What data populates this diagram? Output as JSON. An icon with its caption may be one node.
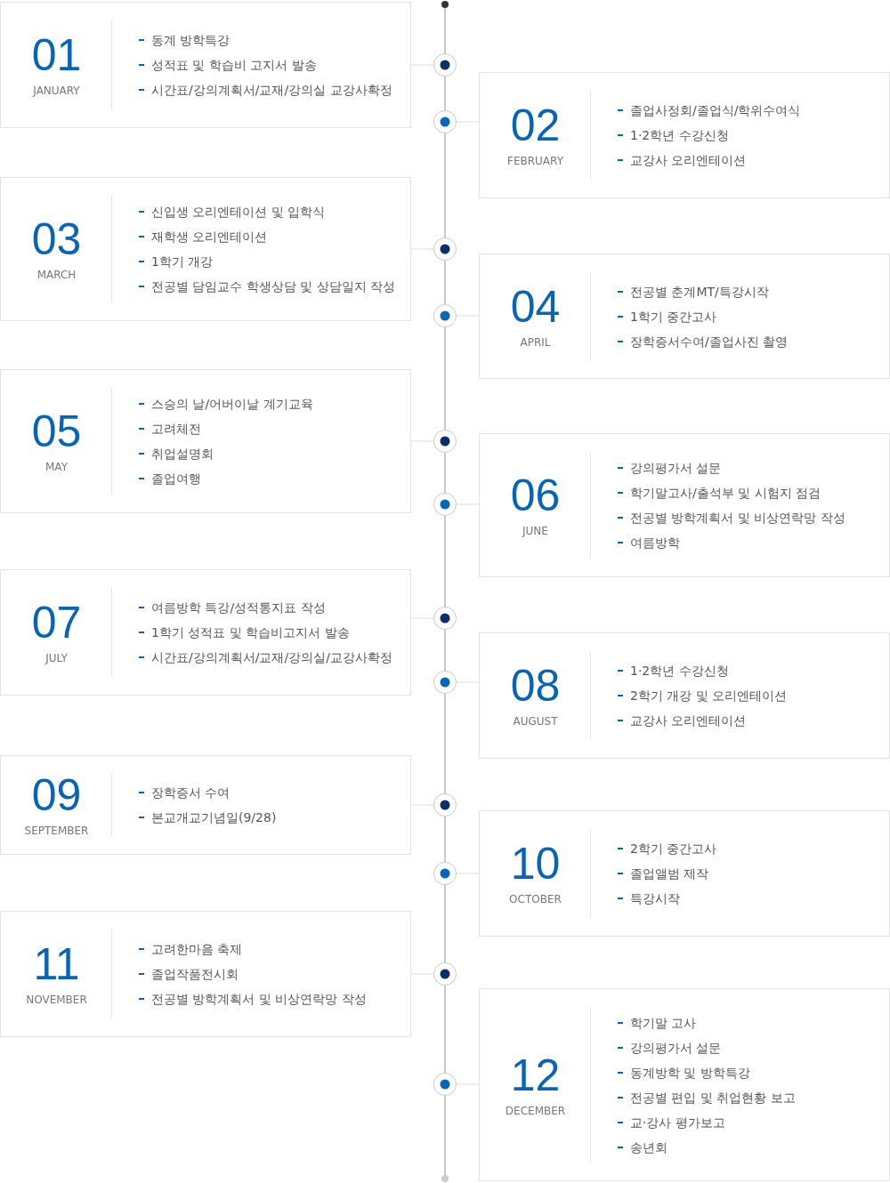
{
  "diagram": {
    "nodes": [
      {
        "text": [
          "01",
          "JANUARY",
          "동계 방학특강",
          "성적표 및 학습비 고지서 발송",
          "시간표/강의계획서/교재/강의실 교강사확정"
        ]
      },
      {
        "text": [
          "02",
          "FEBRUARY",
          "졸업사정회/졸업식/학위수여식",
          "1·2학년 수강신청",
          "교강사 오리엔테이션"
        ]
      },
      {
        "text": [
          "03",
          "MARCH",
          "신입생 오리엔테이션 및 입학식",
          "재학생 오리엔테이션",
          "1학기 개강",
          "전공별 담임교수 학생상담 및 상담일지 작성"
        ]
      },
      {
        "text": [
          "04",
          "APRIL",
          "전공별 춘계MT/특강시작",
          "1학기 중간고사",
          "장학증서수여/졸업사진 촬영"
        ]
      },
      {
        "text": [
          "05",
          "MAY",
          "스승의 날/어버이날 계기교육",
          "고려체전",
          "취업설명회",
          "졸업여행"
        ]
      },
      {
        "text": [
          "06",
          "JUNE",
          "강의평가서 설문",
          "학기말고사/출석부 및 시험지 점검",
          "전공별 방학계획서 및 비상연락망 작성",
          "여름방학"
        ]
      },
      {
        "text": [
          "07",
          "JULY",
          "여름방학 특강/성적통지표 작성",
          "1학기 성적표 및 학습비고지서 발송",
          "시간표/강의계획서/교재/강의실/교강사확정"
        ]
      },
      {
        "text": [
          "08",
          "AUGUST",
          "1·2학년 수강신청",
          "2학기 개강 및 오리엔테이션",
          "교강사 오리엔테이션"
        ]
      },
      {
        "text": [
          "09",
          "SEPTEMBER",
          "장학증서 수여",
          "본교개교기념일(9/28)"
        ]
      },
      {
        "text": [
          "10",
          "OCTOBER",
          "2학기 중간고사",
          "졸업앨범 제작",
          "특강시작"
        ]
      },
      {
        "text": [
          "11",
          "NOVEMBER",
          "고려한마음 축제",
          "졸업작품전시회",
          "전공별 방학계획서 및 비상연락망 작성"
        ]
      },
      {
        "text": [
          "12",
          "DECEMBER",
          "학기말 고사",
          "강의평가서 설문",
          "동계방학 및 방학특강",
          "전공별 편입 및 취업현황 보고",
          "교·강사 평가보고",
          "송년회"
        ]
      },
      {
        "text": [],
        "shape": "circle"
      },
      {
        "text": [],
        "shape": "circle"
      },
      {
        "text": [],
        "shape": "circle"
      },
      {
        "text": [],
        "shape": "circle"
      },
      {
        "text": [],
        "shape": "circle"
      },
      {
        "text": [],
        "shape": "circle"
      },
      {
        "text": [],
        "shape": "circle"
      },
      {
        "text": [],
        "shape": "circle"
      },
      {
        "text": [],
        "shape": "circle"
      },
      {
        "text": [],
        "shape": "circle"
      },
      {
        "text": [],
        "shape": "circle"
      },
      {
        "text": [],
        "shape": "circle"
      }
    ],
    "edges": [
      {
        "from": 0,
        "to": 12,
        "arrow": "none"
      },
      {
        "from": 1,
        "to": 13,
        "arrow": "none"
      },
      {
        "from": 2,
        "to": 14,
        "arrow": "none"
      },
      {
        "from": 3,
        "to": 15,
        "arrow": "none"
      },
      {
        "from": 4,
        "to": 16,
        "arrow": "none"
      },
      {
        "from": 5,
        "to": 17,
        "arrow": "none"
      },
      {
        "from": 6,
        "to": 18,
        "arrow": "none"
      },
      {
        "from": 7,
        "to": 19,
        "arrow": "none"
      },
      {
        "from": 8,
        "to": 20,
        "arrow": "none"
      },
      {
        "from": 9,
        "to": 21,
        "arrow": "none"
      },
      {
        "from": 10,
        "to": 22,
        "arrow": "none"
      },
      {
        "from": 11,
        "to": 23,
        "arrow": "none"
      }
    ]
  }
}
